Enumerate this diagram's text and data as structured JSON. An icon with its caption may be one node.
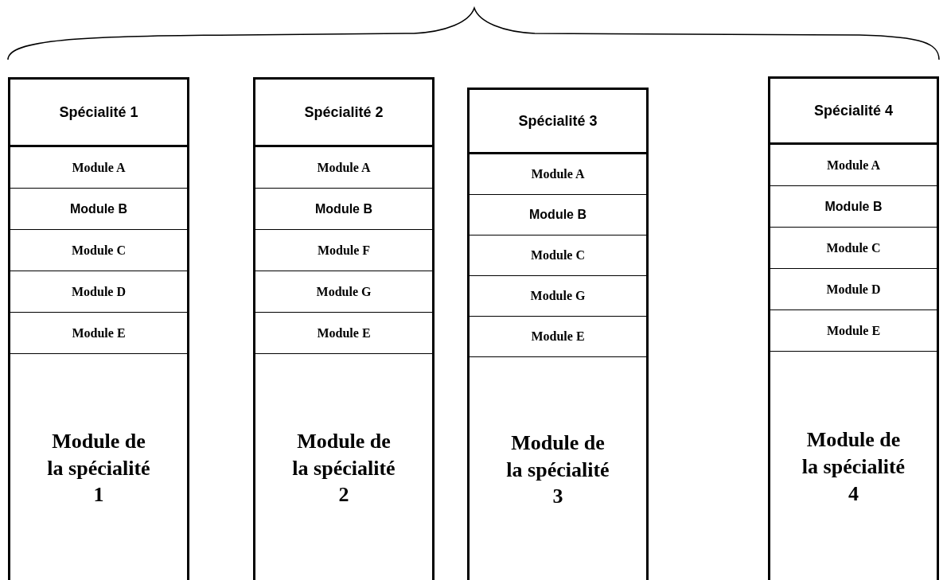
{
  "diagram": {
    "nodes": [
      {
        "text": [
          "Spécialité 1"
        ]
      },
      {
        "text": [
          "Module A"
        ]
      },
      {
        "text": [
          "Module B"
        ]
      },
      {
        "text": [
          "Module C"
        ]
      },
      {
        "text": [
          "Module D"
        ]
      },
      {
        "text": [
          "Module E"
        ]
      },
      {
        "text": [
          "Module de la spécialité 1"
        ]
      },
      {
        "text": [
          "Spécialité 2"
        ]
      },
      {
        "text": [
          "Module A"
        ]
      },
      {
        "text": [
          "Module B"
        ]
      },
      {
        "text": [
          "Module F"
        ]
      },
      {
        "text": [
          "Module G"
        ]
      },
      {
        "text": [
          "Module E"
        ]
      },
      {
        "text": [
          "Module de la spécialité 2"
        ]
      },
      {
        "text": [
          "Spécialité 3"
        ]
      },
      {
        "text": [
          "Module A"
        ]
      },
      {
        "text": [
          "Module B"
        ]
      },
      {
        "text": [
          "Module C"
        ]
      },
      {
        "text": [
          "Module G"
        ]
      },
      {
        "text": [
          "Module E"
        ]
      },
      {
        "text": [
          "Module de la spécialité 3"
        ]
      },
      {
        "text": [
          "Spécialité 4"
        ]
      },
      {
        "text": [
          "Module A"
        ]
      },
      {
        "text": [
          "Module B"
        ]
      },
      {
        "text": [
          "Module C"
        ]
      },
      {
        "text": [
          "Module D"
        ]
      },
      {
        "text": [
          "Module E"
        ]
      },
      {
        "text": [
          "Module de la spécialité 4"
        ]
      }
    ]
  }
}
